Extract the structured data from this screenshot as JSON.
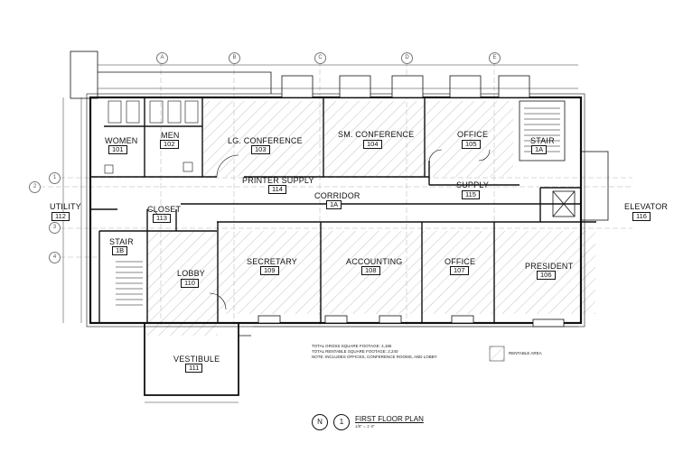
{
  "rooms": [
    {
      "key": "women",
      "name": "WOMEN",
      "number": "101"
    },
    {
      "key": "men",
      "name": "MEN",
      "number": "102"
    },
    {
      "key": "lg_conference",
      "name": "LG. CONFERENCE",
      "number": "103"
    },
    {
      "key": "sm_conference",
      "name": "SM. CONFERENCE",
      "number": "104"
    },
    {
      "key": "office_105",
      "name": "OFFICE",
      "number": "105"
    },
    {
      "key": "stair_1a",
      "name": "STAIR",
      "number": "1A"
    },
    {
      "key": "printer_supply",
      "name": "PRINTER SUPPLY",
      "number": "114"
    },
    {
      "key": "corridor",
      "name": "CORRIDOR",
      "number": "1A"
    },
    {
      "key": "supply",
      "name": "SUPPLY",
      "number": "115"
    },
    {
      "key": "utility",
      "name": "UTILITY",
      "number": "112"
    },
    {
      "key": "closet",
      "name": "CLOSET",
      "number": "113"
    },
    {
      "key": "elevator",
      "name": "ELEVATOR",
      "number": "116"
    },
    {
      "key": "stair_1b",
      "name": "STAIR",
      "number": "1B"
    },
    {
      "key": "lobby",
      "name": "LOBBY",
      "number": "110"
    },
    {
      "key": "secretary",
      "name": "SECRETARY",
      "number": "109"
    },
    {
      "key": "accounting",
      "name": "ACCOUNTING",
      "number": "108"
    },
    {
      "key": "office_107",
      "name": "OFFICE",
      "number": "107"
    },
    {
      "key": "president",
      "name": "PRESIDENT",
      "number": "106"
    },
    {
      "key": "vestibule",
      "name": "VESTIBULE",
      "number": "111"
    }
  ],
  "grid_columns": [
    "A",
    "B",
    "C",
    "D",
    "E"
  ],
  "grid_rows": [
    "1",
    "2",
    "3",
    "4"
  ],
  "notes": {
    "gross": "TOTAL GROSS SQUARE FOOTAGE: 4,186",
    "rentable": "TOTAL RENTABLE SQUARE FOOTAGE: 2,240",
    "includes": "NOTE: INCLUDES OFFICES, CONFERENCE ROOMS, AND LOBBY"
  },
  "legend": {
    "label": "RENTABLE AREA"
  },
  "title_block": {
    "drawing_number": "1",
    "title": "FIRST FLOOR PLAN",
    "scale": "1/8\" = 1'-0\"",
    "north": "N"
  },
  "colors": {
    "line": "#111111",
    "hatch": "#8a8a8a",
    "grid": "#9a9a9a"
  }
}
